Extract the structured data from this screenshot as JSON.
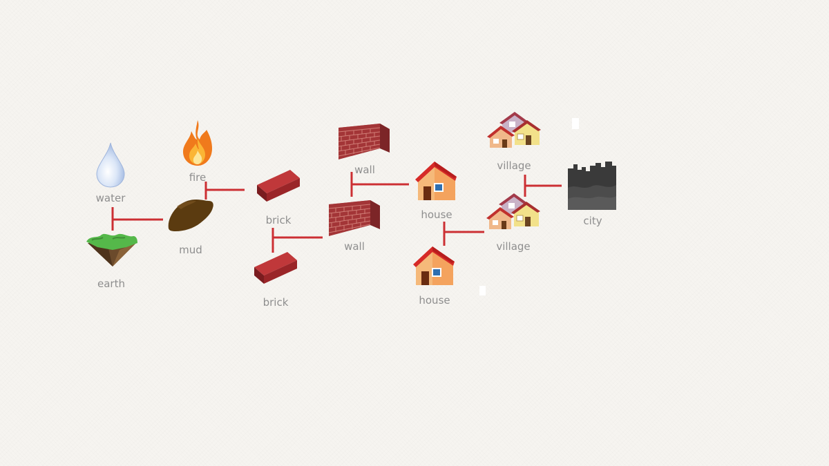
{
  "board": {
    "elements": {
      "water": "water",
      "earth": "earth",
      "fire": "fire",
      "mud": "mud",
      "brick_top": "brick",
      "brick_bottom": "brick",
      "wall_top": "wall",
      "wall_mid": "wall",
      "house_top": "house",
      "house_bottom": "house",
      "village_top": "village",
      "village_mid": "village",
      "city": "city"
    },
    "recipes": [
      {
        "result": "mud",
        "from": [
          "water",
          "earth"
        ]
      },
      {
        "result": "brick",
        "from": [
          "mud",
          "fire"
        ]
      },
      {
        "result": "wall",
        "from": [
          "brick",
          "brick"
        ]
      },
      {
        "result": "house",
        "from": [
          "wall",
          "wall"
        ]
      },
      {
        "result": "village",
        "from": [
          "house",
          "house"
        ]
      },
      {
        "result": "city",
        "from": [
          "village",
          "village"
        ]
      }
    ],
    "connector_color": "#cc2f33"
  }
}
